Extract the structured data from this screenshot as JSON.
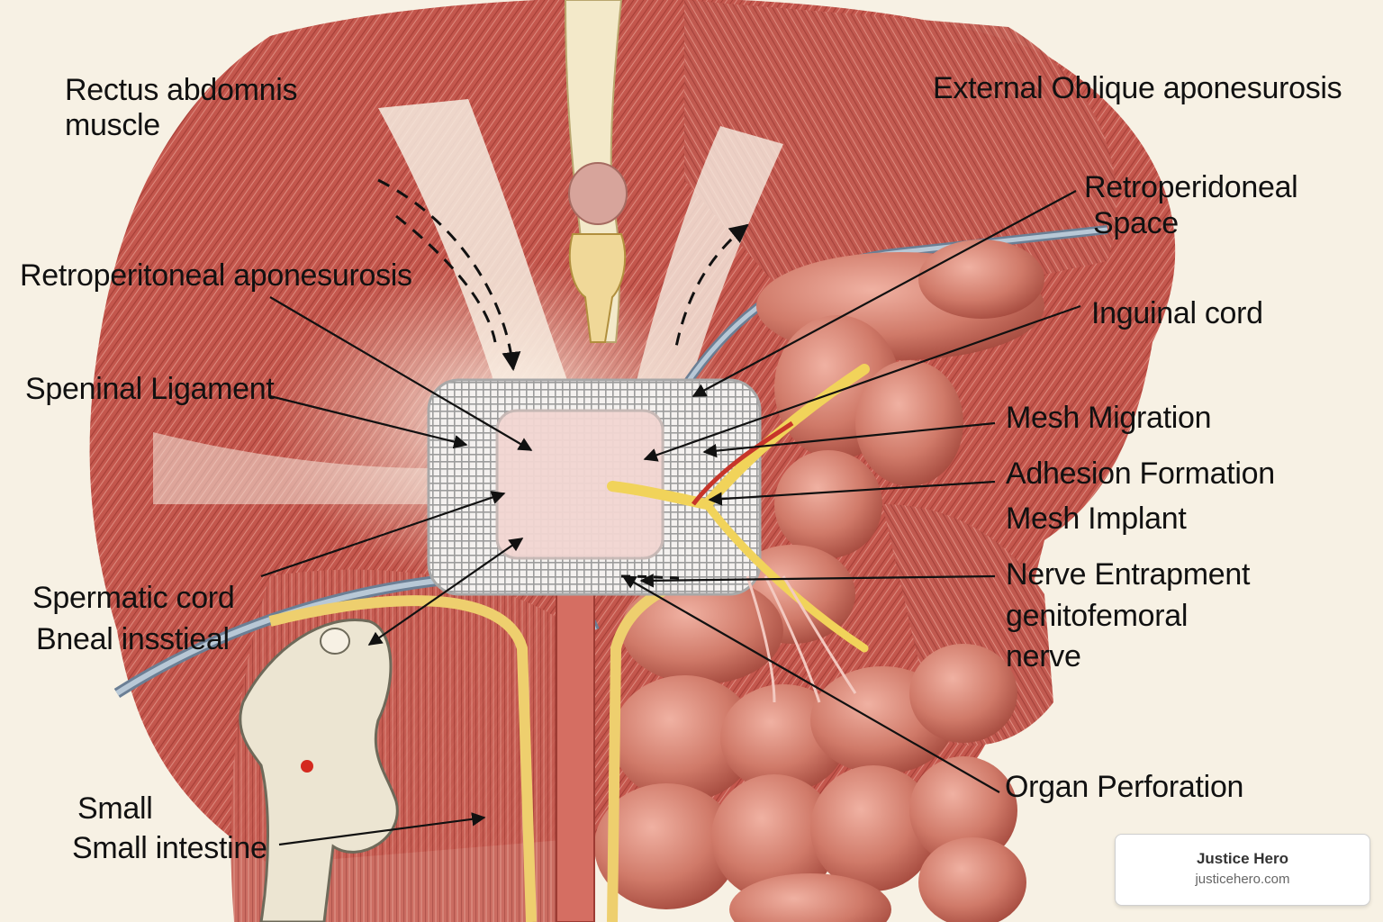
{
  "labels": {
    "rectus_line1": "Rectus abdomnis",
    "rectus_line2": "muscle",
    "external_oblique": "External Oblique aponesurosis",
    "retroperidoneal_line1": "Retroperidoneal",
    "retroperidoneal_line2": "Space",
    "retroperitoneal_aponeurosis": "Retroperitoneal aponesurosis",
    "inguinal_cord": "Inguinal cord",
    "speninal_ligament": "Speninal Ligament",
    "mesh_migration": "Mesh Migration",
    "adhesion_formation": "Adhesion Formation",
    "mesh_implant": "Mesh Implant",
    "nerve_entrapment": "Nerve Entrapment",
    "genitofemoral_line1": "genitofemoral",
    "genitofemoral_line2": "nerve",
    "spermatic_cord": "Spermatic cord",
    "bneal_insstieal": "Bneal insstieal",
    "small": "Small",
    "small_intestine": "Small intestine",
    "organ_perforation": "Organ Perforation"
  },
  "badge": {
    "title": "Justice Hero",
    "url": "justicehero.com"
  },
  "colors": {
    "background": "#f7f1e4",
    "muscle": "#c2564c",
    "intestine": "#cf7a6a",
    "nerve": "#f1d35a",
    "mesh": "#d9d9d9",
    "bone": "#ece5d2"
  }
}
